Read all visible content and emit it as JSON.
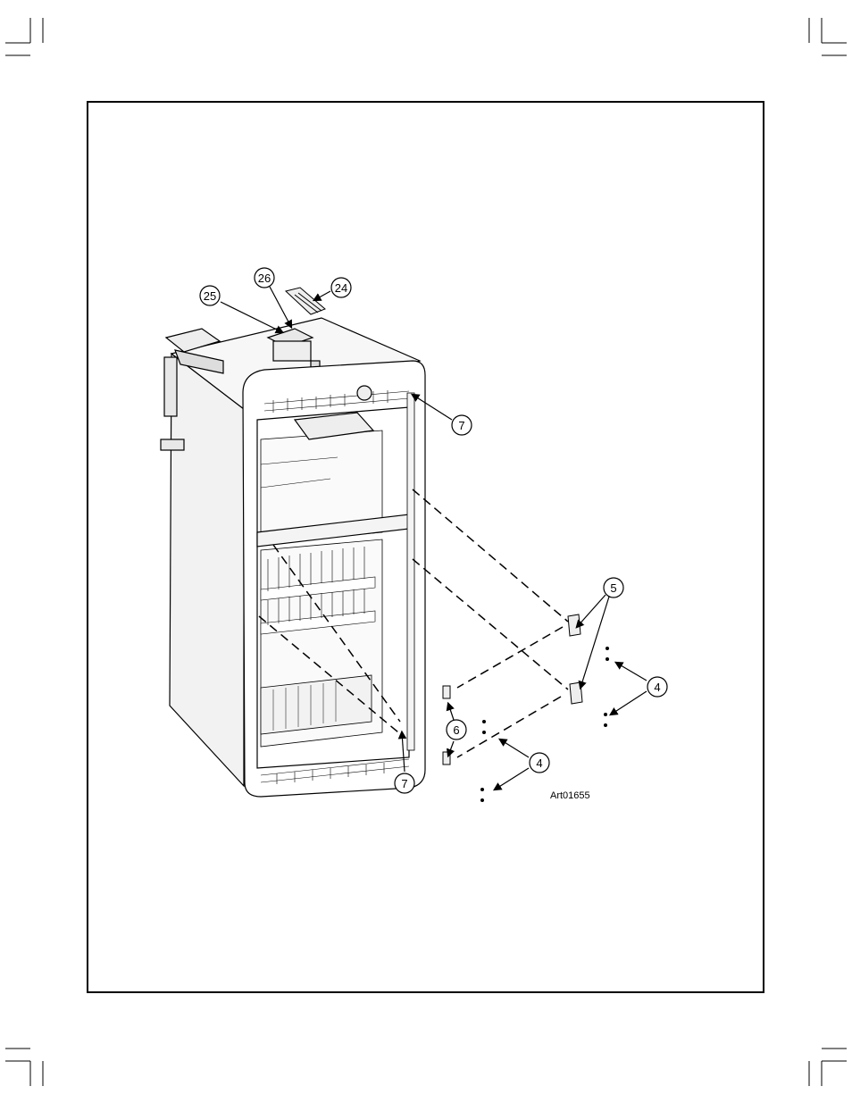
{
  "art_code": "Art01655",
  "callouts": [
    {
      "id": "c26",
      "label": "26"
    },
    {
      "id": "c24",
      "label": "24"
    },
    {
      "id": "c25",
      "label": "25"
    },
    {
      "id": "c7a",
      "label": "7"
    },
    {
      "id": "c5",
      "label": "5"
    },
    {
      "id": "c4a",
      "label": "4"
    },
    {
      "id": "c6",
      "label": "6"
    },
    {
      "id": "c4b",
      "label": "4"
    },
    {
      "id": "c7b",
      "label": "7"
    }
  ]
}
